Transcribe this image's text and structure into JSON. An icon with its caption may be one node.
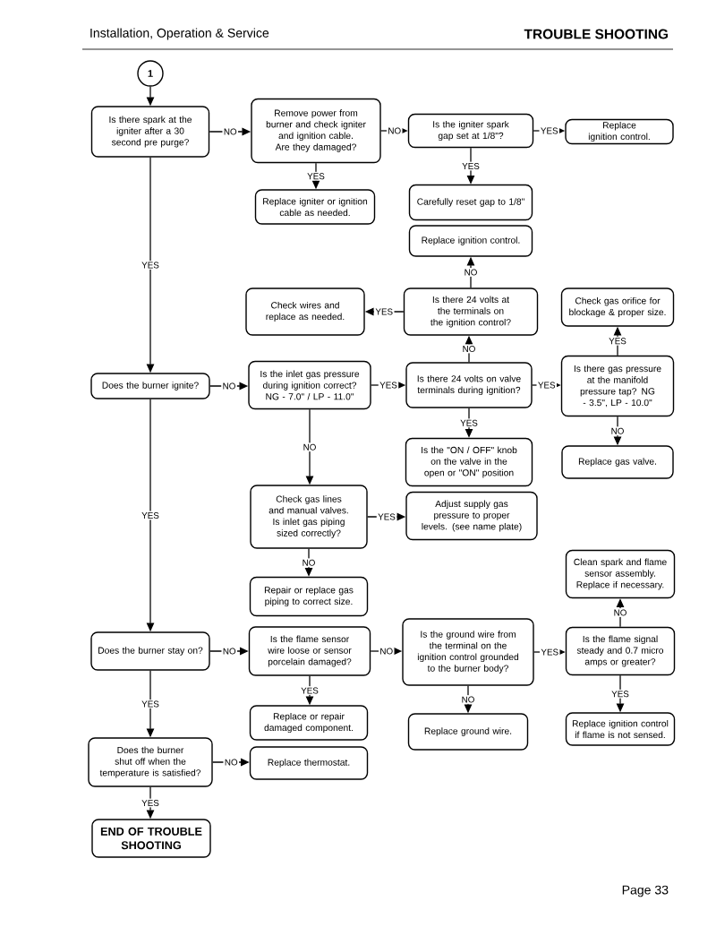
{
  "diagram": {
    "title": "TROUBLE SHOOTING",
    "nodes": [
      {
        "text": [
          "1"
        ]
      },
      {
        "text": [
          "Is there spark at the igniter after a 30 second pre purge?"
        ]
      },
      {
        "text": [
          "Remove power from burner and check igniter and ignition cable. Are they damaged?"
        ]
      },
      {
        "text": [
          "Is the igniter spark gap set at 1/8\"?"
        ]
      },
      {
        "text": [
          "Replace ignition control."
        ]
      },
      {
        "text": [
          "Replace igniter or ignition cable as needed."
        ]
      },
      {
        "text": [
          "Carefully reset gap to 1/8\""
        ]
      },
      {
        "text": [
          "Replace ignition control."
        ]
      },
      {
        "text": [
          "Check wires and replace as needed."
        ]
      },
      {
        "text": [
          "Is there 24 volts at the terminals on the ignition control?"
        ]
      },
      {
        "text": [
          "Check gas orifice for blockage & proper size."
        ]
      },
      {
        "text": [
          "Does the burner ignite?"
        ]
      },
      {
        "text": [
          "Is the inlet gas pressure during ignition correct? NG - 7.0\" / LP - 11.0\""
        ]
      },
      {
        "text": [
          "Is there 24 volts on valve terminals during ignition?"
        ]
      },
      {
        "text": [
          "Is there gas pressure at the manifold pressure tap? NG - 3.5\", LP - 10.0\""
        ]
      },
      {
        "text": [
          "Is the \"ON / OFF\" knob on the valve in the open or \"ON\" position"
        ]
      },
      {
        "text": [
          "Replace gas valve."
        ]
      },
      {
        "text": [
          "Check gas lines and manual valves. Is inlet gas piping sized correctly?"
        ]
      },
      {
        "text": [
          "Adjust supply gas pressure to proper levels. (see name plate)"
        ]
      },
      {
        "text": [
          "Repair or replace gas piping to correct size."
        ]
      },
      {
        "text": [
          "Clean spark and flame sensor assembly. Replace if necessary."
        ]
      },
      {
        "text": [
          "Does the burner stay on?"
        ]
      },
      {
        "text": [
          "Is the flame sensor wire loose or sensor porcelain damaged?"
        ]
      },
      {
        "text": [
          "Is the ground wire from the terminal on the ignition control grounded to the burner body?"
        ]
      },
      {
        "text": [
          "Is the flame signal steady and 0.7 micro amps or greater?"
        ]
      },
      {
        "text": [
          "Replace or repair damaged component."
        ]
      },
      {
        "text": [
          "Replace ground wire."
        ]
      },
      {
        "text": [
          "Replace ignition control if flame is not sensed."
        ]
      },
      {
        "text": [
          "Does the burner shut off when the temperature is satisfied?"
        ]
      },
      {
        "text": [
          "Replace thermostat."
        ]
      },
      {
        "text": [
          "END OF TROUBLE SHOOTING"
        ]
      }
    ],
    "edges": [
      {
        "from": 0,
        "to": 1,
        "arrow": "to"
      },
      {
        "from": 1,
        "to": 2,
        "arrow": "to",
        "label": "NO"
      },
      {
        "from": 2,
        "to": 3,
        "arrow": "to",
        "label": "NO"
      },
      {
        "from": 3,
        "to": 4,
        "arrow": "to",
        "label": "YES"
      },
      {
        "from": 2,
        "to": 5,
        "arrow": "to",
        "label": "YES"
      },
      {
        "from": 3,
        "to": 6,
        "arrow": "to",
        "label": "YES"
      },
      {
        "from": 1,
        "to": 11,
        "arrow": "to",
        "label": "YES"
      },
      {
        "from": 9,
        "to": 7,
        "arrow": "to",
        "label": "NO"
      },
      {
        "from": 9,
        "to": 8,
        "arrow": "to",
        "label": "YES"
      },
      {
        "from": 13,
        "to": 9,
        "arrow": "to",
        "label": "NO"
      },
      {
        "from": 11,
        "to": 12,
        "arrow": "to",
        "label": "NO"
      },
      {
        "from": 12,
        "to": 13,
        "arrow": "to",
        "label": "YES"
      },
      {
        "from": 13,
        "to": 14,
        "arrow": "to",
        "label": "YES"
      },
      {
        "from": 14,
        "to": 10,
        "arrow": "to",
        "label": "YES"
      },
      {
        "from": 14,
        "to": 16,
        "arrow": "to",
        "label": "NO"
      },
      {
        "from": 13,
        "to": 15,
        "arrow": "to",
        "label": "YES"
      },
      {
        "from": 12,
        "to": 17,
        "arrow": "to",
        "label": "NO"
      },
      {
        "from": 17,
        "to": 18,
        "arrow": "to",
        "label": "YES"
      },
      {
        "from": 17,
        "to": 19,
        "arrow": "to",
        "label": "NO"
      },
      {
        "from": 11,
        "to": 21,
        "arrow": "to",
        "label": "YES"
      },
      {
        "from": 21,
        "to": 22,
        "arrow": "to",
        "label": "NO"
      },
      {
        "from": 22,
        "to": 23,
        "arrow": "to",
        "label": "NO"
      },
      {
        "from": 23,
        "to": 24,
        "arrow": "to",
        "label": "YES"
      },
      {
        "from": 24,
        "to": 20,
        "arrow": "to",
        "label": "NO"
      },
      {
        "from": 24,
        "to": 27,
        "arrow": "to",
        "label": "YES"
      },
      {
        "from": 22,
        "to": 25,
        "arrow": "to",
        "label": "YES"
      },
      {
        "from": 23,
        "to": 26,
        "arrow": "to",
        "label": "NO"
      },
      {
        "from": 21,
        "to": 28,
        "arrow": "to",
        "label": "YES"
      },
      {
        "from": 28,
        "to": 29,
        "arrow": "to",
        "label": "NO"
      },
      {
        "from": 28,
        "to": 30,
        "arrow": "to",
        "label": "YES"
      }
    ],
    "labels": [
      "Installation, Operation & Service",
      "Page 33"
    ]
  }
}
